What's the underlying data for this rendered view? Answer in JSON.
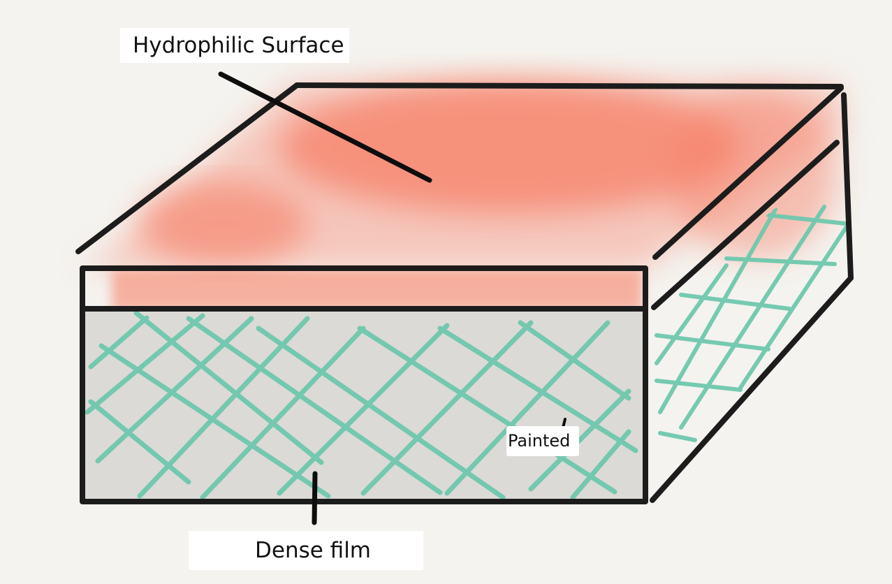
{
  "labels": {
    "hydrophilic_surface": "Hydrophilic Surface",
    "painted": "Painted",
    "dense_film": "Dense film"
  },
  "colors": {
    "background": "#f4f3ef",
    "outline": "#1c1c1c",
    "hydrophilic_coat": "#f78067",
    "mesh": "#6ec8ad",
    "front_fill": "#dcdad6",
    "label_bg": "#ffffff"
  }
}
